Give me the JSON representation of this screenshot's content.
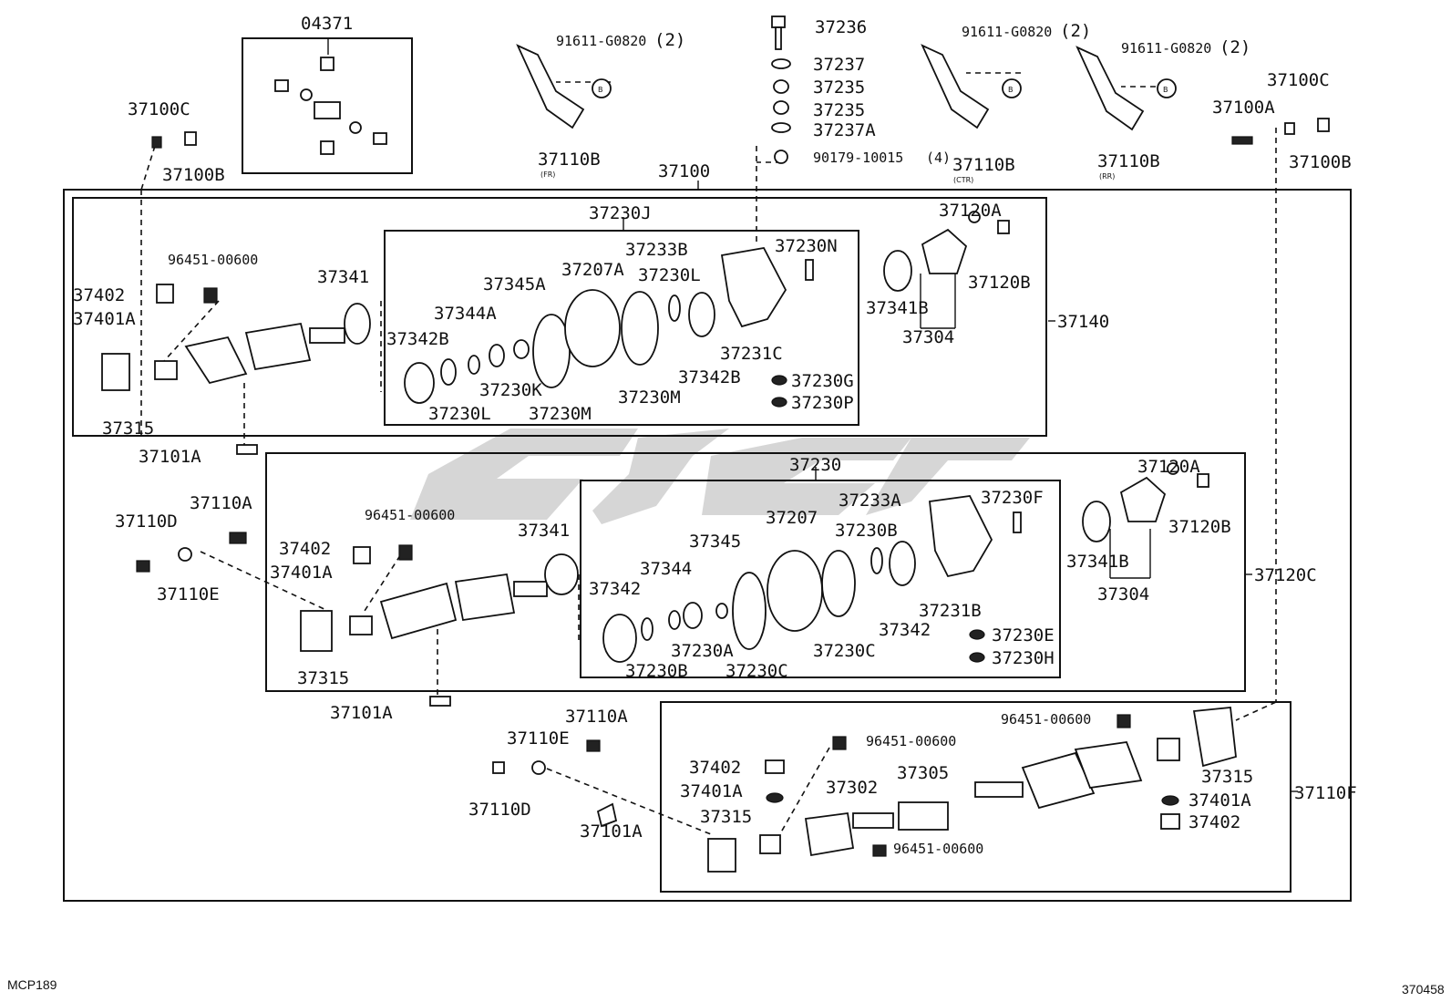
{
  "top_parts": {
    "p04371": "04371",
    "p37100C_left": "37100C",
    "p37100B_left": "37100B",
    "p37110B_fr": "37110B",
    "tag_fr": "(FR)",
    "p91611_fr": "91611-G0820",
    "qty_fr": "(2)",
    "p37100": "37100",
    "p37236": "37236",
    "p37237": "37237",
    "p37235_a": "37235",
    "p37235_b": "37235",
    "p37237A": "37237A",
    "p90179": "90179-10015",
    "qty_90179": "(4)",
    "p91611_ctr": "91611-G0820",
    "qty_ctr": "(2)",
    "p37110B_ctr": "37110B",
    "tag_ctr": "(CTR)",
    "p91611_rr": "91611-G0820",
    "qty_rr": "(2)",
    "p37110B_rr": "37110B",
    "tag_rr": "(RR)",
    "p37100A_right": "37100A",
    "p37100C_right": "37100C",
    "p37100B_right": "37100B",
    "mark_b": "B"
  },
  "group_37140": {
    "label": "37140",
    "p37230J": "37230J",
    "p96451": "96451-00600",
    "p37402": "37402",
    "p37401A": "37401A",
    "p37315": "37315",
    "p37341": "37341",
    "p37342B_a": "37342B",
    "p37344A": "37344A",
    "p37345A": "37345A",
    "p37207A": "37207A",
    "p37233B": "37233B",
    "p37230L_a": "37230L",
    "p37230N": "37230N",
    "p37230L_b": "37230L",
    "p37230K": "37230K",
    "p37230M_a": "37230M",
    "p37230M_b": "37230M",
    "p37342B_b": "37342B",
    "p37231C": "37231C",
    "p37230G": "37230G",
    "p37230P": "37230P",
    "p37120A": "37120A",
    "p37120B": "37120B",
    "p37341B": "37341B",
    "p37304": "37304",
    "p37101A": "37101A"
  },
  "group_37120C": {
    "label": "37120C",
    "p37230": "37230",
    "p37110D": "37110D",
    "p37110A": "37110A",
    "p37110E": "37110E",
    "p96451": "96451-00600",
    "p37402": "37402",
    "p37401A": "37401A",
    "p37315": "37315",
    "p37341": "37341",
    "p37342_a": "37342",
    "p37344": "37344",
    "p37345": "37345",
    "p37207": "37207",
    "p37233A": "37233A",
    "p37230F": "37230F",
    "p37230B_a": "37230B",
    "p37230B_b": "37230B",
    "p37230A": "37230A",
    "p37230C_a": "37230C",
    "p37230C_b": "37230C",
    "p37342_b": "37342",
    "p37231B": "37231B",
    "p37230E": "37230E",
    "p37230H": "37230H",
    "p37120A": "37120A",
    "p37120B": "37120B",
    "p37341B": "37341B",
    "p37304": "37304",
    "p37101A": "37101A"
  },
  "group_37110F": {
    "label": "37110F",
    "p37110A": "37110A",
    "p37110E": "37110E",
    "p37110D": "37110D",
    "p37101A": "37101A",
    "p37402_a": "37402",
    "p37401A_a": "37401A",
    "p37315_a": "37315",
    "p96451_a": "96451-00600",
    "p37302": "37302",
    "p37305": "37305",
    "p96451_b": "96451-00600",
    "p96451_c": "96451-00600",
    "p37315_b": "37315",
    "p37401A_b": "37401A",
    "p37402_b": "37402"
  },
  "footer": {
    "left_code": "MCP189",
    "right_code": "370458"
  }
}
